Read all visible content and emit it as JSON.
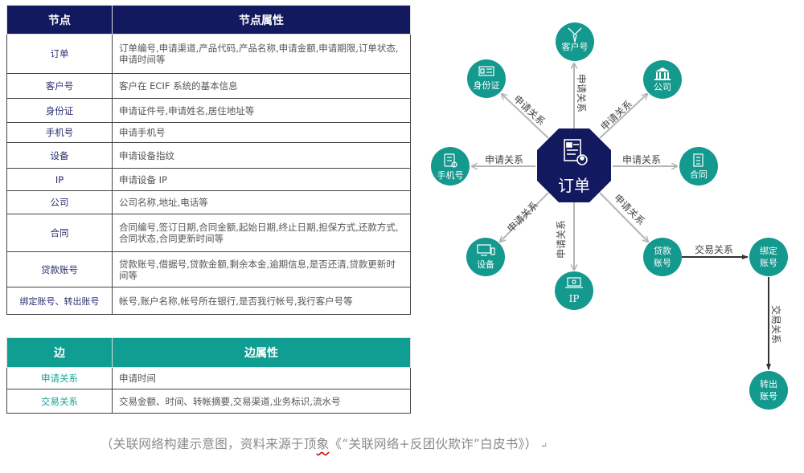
{
  "node_table": {
    "headers": [
      "节点",
      "节点属性"
    ],
    "rows": [
      {
        "node": "订单",
        "attrs": "订单编号,申请渠道,产品代码,产品名称,申请金额,申请期限,订单状态,申请时间等"
      },
      {
        "node": "客户号",
        "attrs": "客户在 ECIF 系统的基本信息"
      },
      {
        "node": "身份证",
        "attrs": "申请证件号,申请姓名,居住地址等"
      },
      {
        "node": "手机号",
        "attrs": "申请手机号"
      },
      {
        "node": "设备",
        "attrs": "申请设备指纹"
      },
      {
        "node": "IP",
        "attrs": "申请设备 IP"
      },
      {
        "node": "公司",
        "attrs": "公司名称,地址,电话等"
      },
      {
        "node": "合同",
        "attrs": "合同编号,签订日期,合同金额,起始日期,终止日期,担保方式,还款方式,合同状态,合同更新时间等"
      },
      {
        "node": "贷款账号",
        "attrs": "贷款账号,借据号,贷款金额,剩余本金,逾期信息,是否还清,贷款更新时间等"
      },
      {
        "node": "绑定账号、转出账号",
        "attrs": "帐号,账户名称,帐号所在银行,是否我行帐号,我行客户号等"
      }
    ]
  },
  "edge_table": {
    "headers": [
      "边",
      "边属性"
    ],
    "rows": [
      {
        "edge": "申请关系",
        "attrs": "申请时间"
      },
      {
        "edge": "交易关系",
        "attrs": "交易金额、时间、转帐摘要,交易渠道,业务标识,流水号"
      }
    ]
  },
  "diagram": {
    "center": {
      "label": "订单",
      "icon": "document-user-icon",
      "color": "#13195e"
    },
    "node_color": "#13998e",
    "edge_color": "#b5b5b5",
    "trade_edge_color": "#333333",
    "nodes": [
      {
        "id": "customer",
        "label": "客户号",
        "icon": "person-tie-icon"
      },
      {
        "id": "idcard",
        "label": "身份证",
        "icon": "id-card-icon"
      },
      {
        "id": "company",
        "label": "公司",
        "icon": "bank-building-icon"
      },
      {
        "id": "phone",
        "label": "手机号",
        "icon": "phone-icon"
      },
      {
        "id": "contract",
        "label": "合同",
        "icon": "clipboard-icon"
      },
      {
        "id": "device",
        "label": "设备",
        "icon": "computer-icon"
      },
      {
        "id": "ip",
        "label": "IP",
        "icon": "laptop-icon"
      },
      {
        "id": "loan",
        "label_line1": "贷款",
        "label_line2": "账号"
      },
      {
        "id": "bound",
        "label_line1": "绑定",
        "label_line2": "账号"
      },
      {
        "id": "transfer",
        "label_line1": "转出",
        "label_line2": "账号"
      }
    ],
    "edge_labels": {
      "apply": "申请关系",
      "trade": "交易关系"
    }
  },
  "caption": {
    "before": "（关联网络构建示意图，资料来源于顶",
    "squiggle": "象",
    "after": "《“关联网络+反团伙欺诈”白皮书》）",
    "para_mark": "↵"
  }
}
